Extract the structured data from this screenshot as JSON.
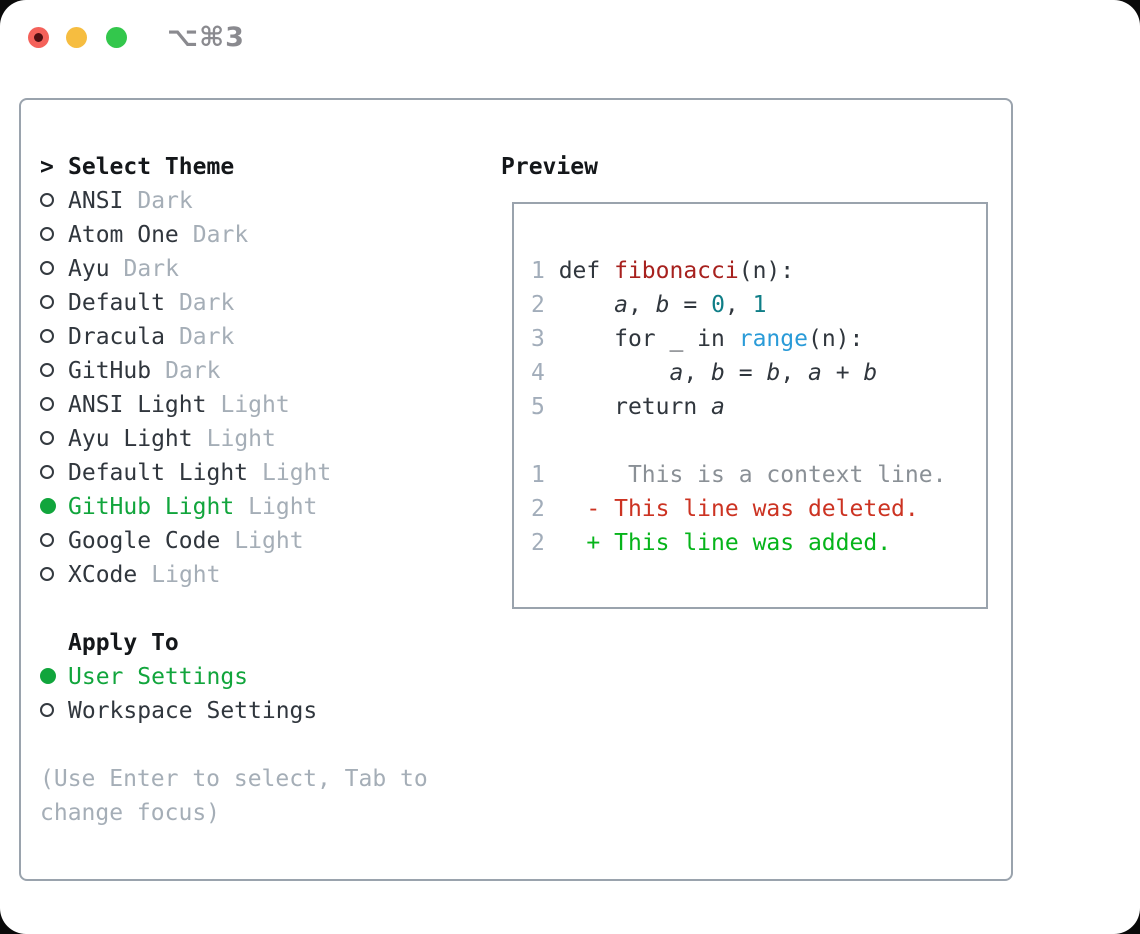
{
  "window": {
    "shortcut": "⌥⌘3"
  },
  "left": {
    "header": "Select Theme",
    "prompt": ">",
    "themes": [
      {
        "name": "ANSI",
        "tag": "Dark",
        "selected": false
      },
      {
        "name": "Atom One",
        "tag": "Dark",
        "selected": false
      },
      {
        "name": "Ayu",
        "tag": "Dark",
        "selected": false
      },
      {
        "name": "Default",
        "tag": "Dark",
        "selected": false
      },
      {
        "name": "Dracula",
        "tag": "Dark",
        "selected": false
      },
      {
        "name": "GitHub",
        "tag": "Dark",
        "selected": false
      },
      {
        "name": "ANSI Light",
        "tag": "Light",
        "selected": false
      },
      {
        "name": "Ayu Light",
        "tag": "Light",
        "selected": false
      },
      {
        "name": "Default Light",
        "tag": "Light",
        "selected": false
      },
      {
        "name": "GitHub Light",
        "tag": "Light",
        "selected": true
      },
      {
        "name": "Google Code",
        "tag": "Light",
        "selected": false
      },
      {
        "name": "XCode",
        "tag": "Light",
        "selected": false
      }
    ],
    "apply_to": {
      "header": "Apply To",
      "options": [
        {
          "label": "User Settings",
          "selected": true
        },
        {
          "label": "Workspace Settings",
          "selected": false
        }
      ]
    },
    "footer_line1": "(Use Enter to select, Tab to",
    "footer_line2": "change focus)"
  },
  "preview": {
    "title": "Preview",
    "code_lines": [
      {
        "num": "1",
        "t1": "def ",
        "fn": "fibonacci",
        "t2": "(n):"
      },
      {
        "num": "2",
        "ind": "    ",
        "v1": "a",
        "s1": ", ",
        "v2": "b",
        "s2": " = ",
        "n1": "0",
        "s3": ", ",
        "n2": "1"
      },
      {
        "num": "3",
        "t1": "    for _ in ",
        "fn": "range",
        "t2": "(n):"
      },
      {
        "num": "4",
        "ind": "        ",
        "v1": "a",
        "s1": ", ",
        "v2": "b",
        "s2": " = ",
        "v3": "b",
        "s3": ", ",
        "v4": "a",
        "s4": " + ",
        "v5": "b"
      },
      {
        "num": "5",
        "t1": "    return ",
        "v1": "a"
      }
    ],
    "diff_lines": [
      {
        "num": "1",
        "kind": "context",
        "text": "     This is a context line."
      },
      {
        "num": "2",
        "kind": "deleted",
        "text": "  - This line was deleted."
      },
      {
        "num": "2",
        "kind": "added",
        "text": "  + This line was added."
      }
    ]
  },
  "colors": {
    "accent_green": "#11a53c",
    "added_green": "#06b41a",
    "deleted_red": "#cc3322",
    "function_red": "#a7211e",
    "number_teal": "#0f7e87",
    "builtin_blue": "#2a9bd8",
    "muted_gray": "#a5aeb7",
    "line_number_gray": "#a2adba",
    "context_gray": "#8a9096",
    "text_dark": "#30363d",
    "border_gray": "#9aa3ad",
    "traffic_red": "#f4615a",
    "traffic_yellow": "#f6bd40",
    "traffic_green": "#33c74c"
  }
}
